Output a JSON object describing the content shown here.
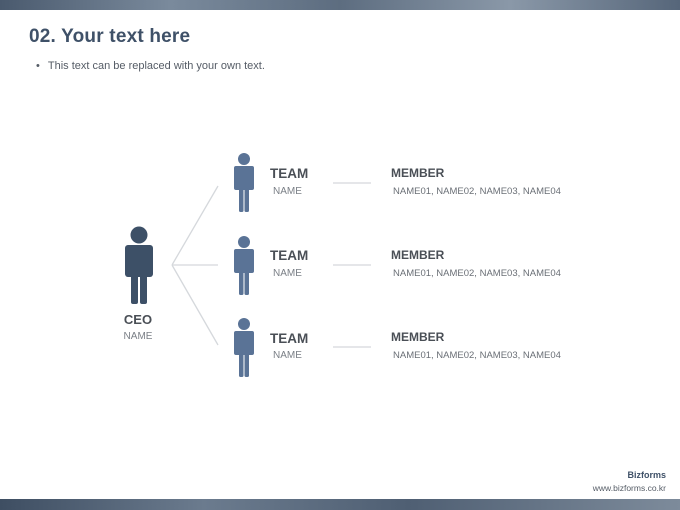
{
  "header": {
    "title": "02. Your text here",
    "subtitle": "This text can be replaced with your own text.",
    "bullet": "•"
  },
  "ceo": {
    "title": "CEO",
    "name": "NAME"
  },
  "teams": [
    {
      "title": "TEAM",
      "name": "NAME",
      "member_title": "MEMBER",
      "member_names": "NAME01, NAME02, NAME03, NAME04"
    },
    {
      "title": "TEAM",
      "name": "NAME",
      "member_title": "MEMBER",
      "member_names": "NAME01, NAME02, NAME03, NAME04"
    },
    {
      "title": "TEAM",
      "name": "NAME",
      "member_title": "MEMBER",
      "member_names": "NAME01, NAME02, NAME03, NAME04"
    }
  ],
  "footer": {
    "brand": "Bizforms",
    "url": "www.bizforms.co.kr"
  },
  "colors": {
    "ceo_icon": "#3d5067",
    "team_icon": "#5a7396",
    "connector": "#d5d8dc"
  }
}
